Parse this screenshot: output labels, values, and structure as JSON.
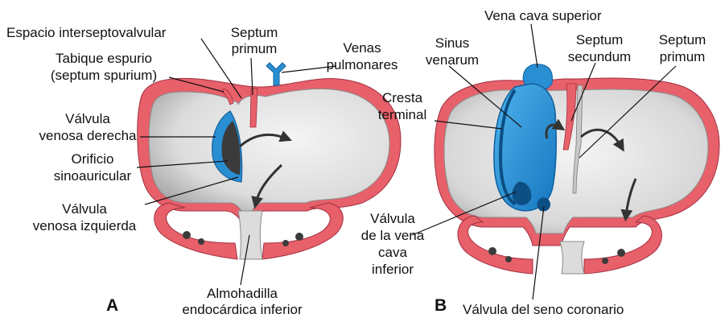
{
  "panels": {
    "a": "A",
    "b": "B"
  },
  "labels_a": {
    "espacio": "Espacio interseptovalvular",
    "septum_primum_1": "Septum",
    "septum_primum_2": "primum",
    "tabique_1": "Tabique espurio",
    "tabique_2": "(septum spurium)",
    "venas_1": "Venas",
    "venas_2": "pulmonares",
    "valvula_derecha_1": "Válvula",
    "valvula_derecha_2": "venosa derecha",
    "orificio_1": "Orificio",
    "orificio_2": "sinoauricular",
    "valvula_izquierda_1": "Válvula",
    "valvula_izquierda_2": "venosa izquierda",
    "almohadilla_1": "Almohadilla",
    "almohadilla_2": "endocárdica inferior"
  },
  "labels_b": {
    "vena_cava_superior": "Vena cava superior",
    "sinus_1": "Sinus",
    "sinus_2": "venarum",
    "secundum_1": "Septum",
    "secundum_2": "secundum",
    "primum_1": "Septum",
    "primum_2": "primum",
    "cresta_1": "Cresta",
    "cresta_2": "terminal",
    "vci_1": "Válvula",
    "vci_2": "de la vena",
    "vci_3": "cava",
    "vci_4": "inferior",
    "seno_coronario": "Válvula del seno coronario"
  },
  "colors": {
    "myocardium": "#e8606a",
    "venous": "#1f8fd6",
    "venous_dark": "#0f5f9e",
    "cavity": "#e9e9e9",
    "cavity_shadow": "#bdbdbd",
    "leader": "#111111"
  }
}
